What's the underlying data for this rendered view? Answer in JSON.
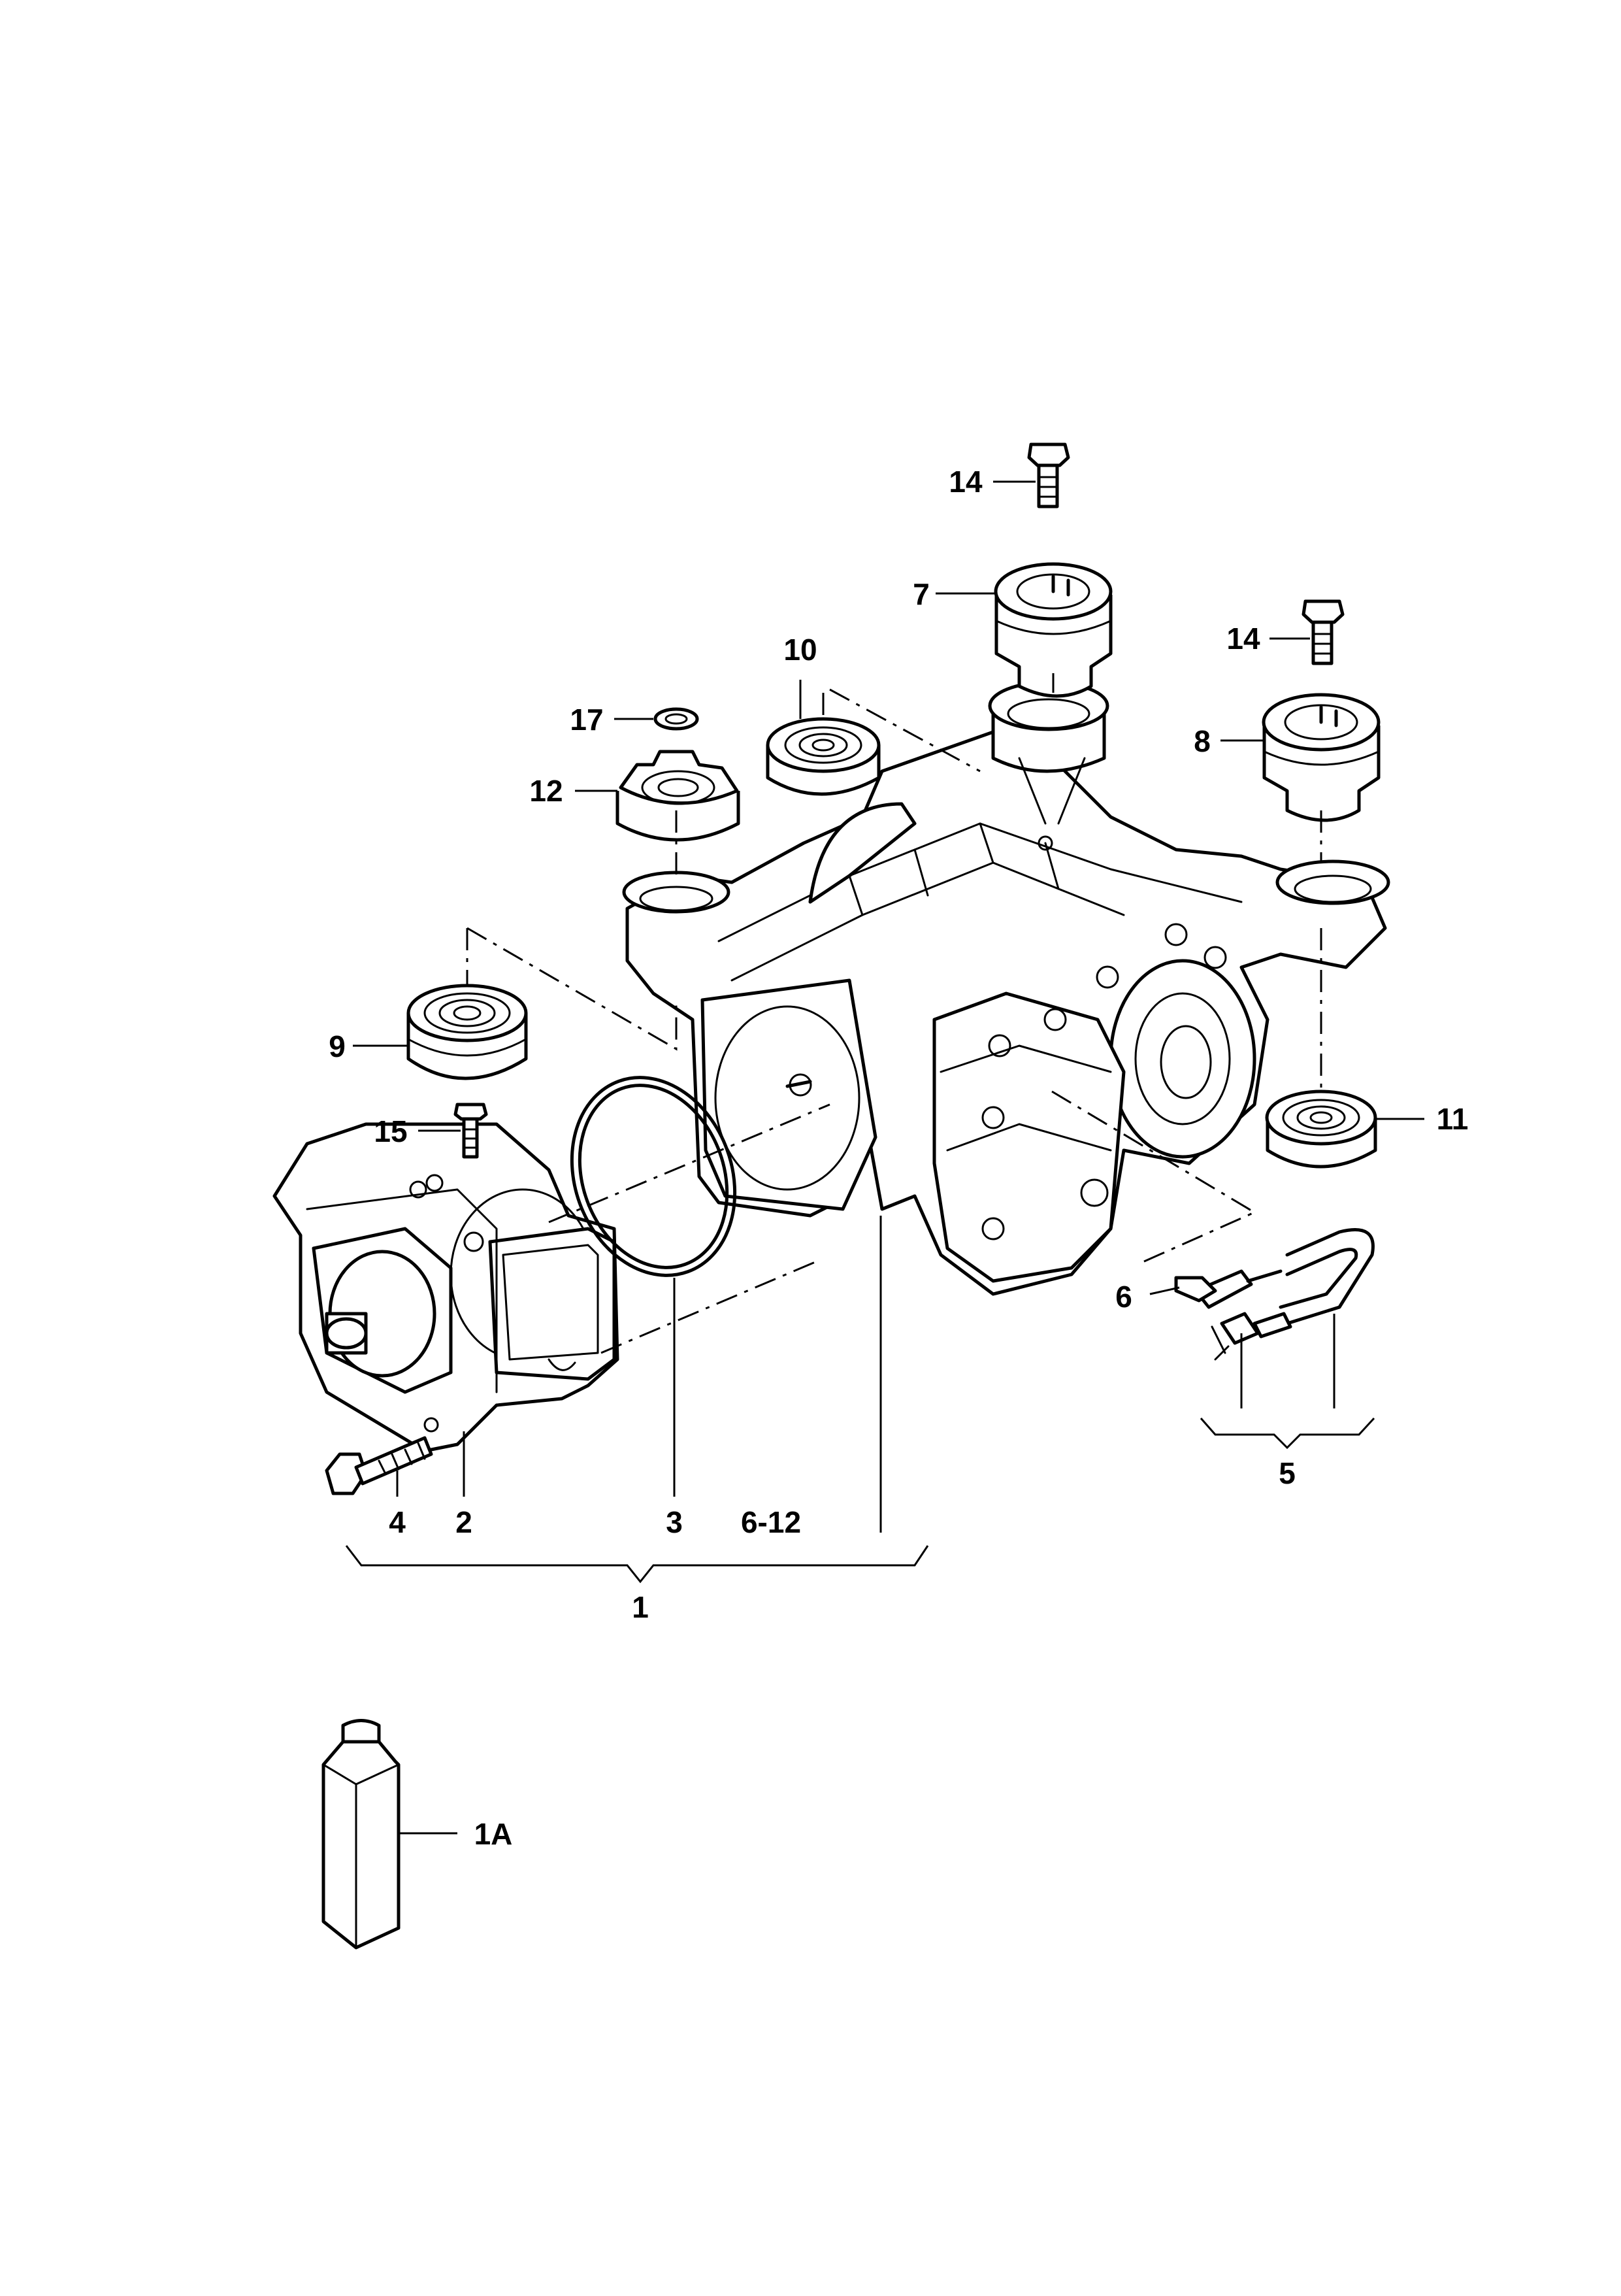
{
  "callouts": {
    "c14a": "14",
    "c7": "7",
    "c14b": "14",
    "c10": "10",
    "c17": "17",
    "c8": "8",
    "c12": "12",
    "c9": "9",
    "c11": "11",
    "c15": "15",
    "c6": "6",
    "c5": "5",
    "c4": "4",
    "c2": "2",
    "c3": "3",
    "c612": "6-12",
    "c1": "1",
    "c1a": "1A"
  }
}
